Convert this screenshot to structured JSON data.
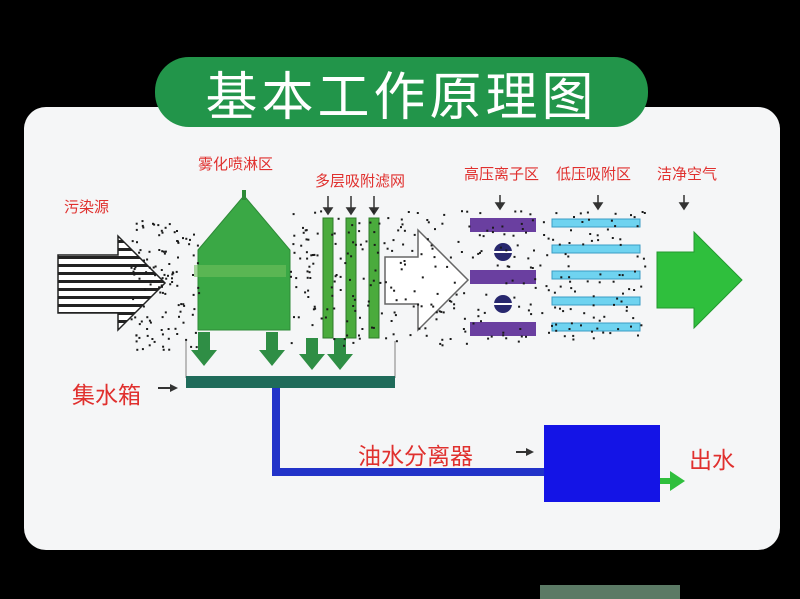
{
  "title": "基本工作原理图",
  "labels": {
    "pollution_source": "污染源",
    "spray_zone": "雾化喷淋区",
    "multilayer_filter": "多层吸附滤网",
    "high_voltage_ion": "高压离子区",
    "low_voltage_adsorb": "低压吸附区",
    "clean_air": "洁净空气",
    "water_tank": "集水箱",
    "oil_water_separator": "油水分离器",
    "water_out": "出水"
  },
  "colors": {
    "background": "#000000",
    "panel": "#f5f6f7",
    "title_pill": "#22954a",
    "label_red": "#e0302e",
    "spray_green": "#3aa845",
    "filter_green": "#4aab3c",
    "tank_teal": "#1f6b5a",
    "ion_purple": "#6a3fa0",
    "adsorb_cyan": "#6fd3f0",
    "pipe_blue": "#2233c9",
    "separator_blue": "#1414e6",
    "clean_arrow": "#2fbf3d"
  },
  "icons": [
    "source-striped-arrow-icon",
    "hollow-arrow-icon",
    "clean-air-arrow-icon",
    "water-out-arrow-icon",
    "small-down-arrow-icon",
    "small-right-arrow-icon"
  ]
}
